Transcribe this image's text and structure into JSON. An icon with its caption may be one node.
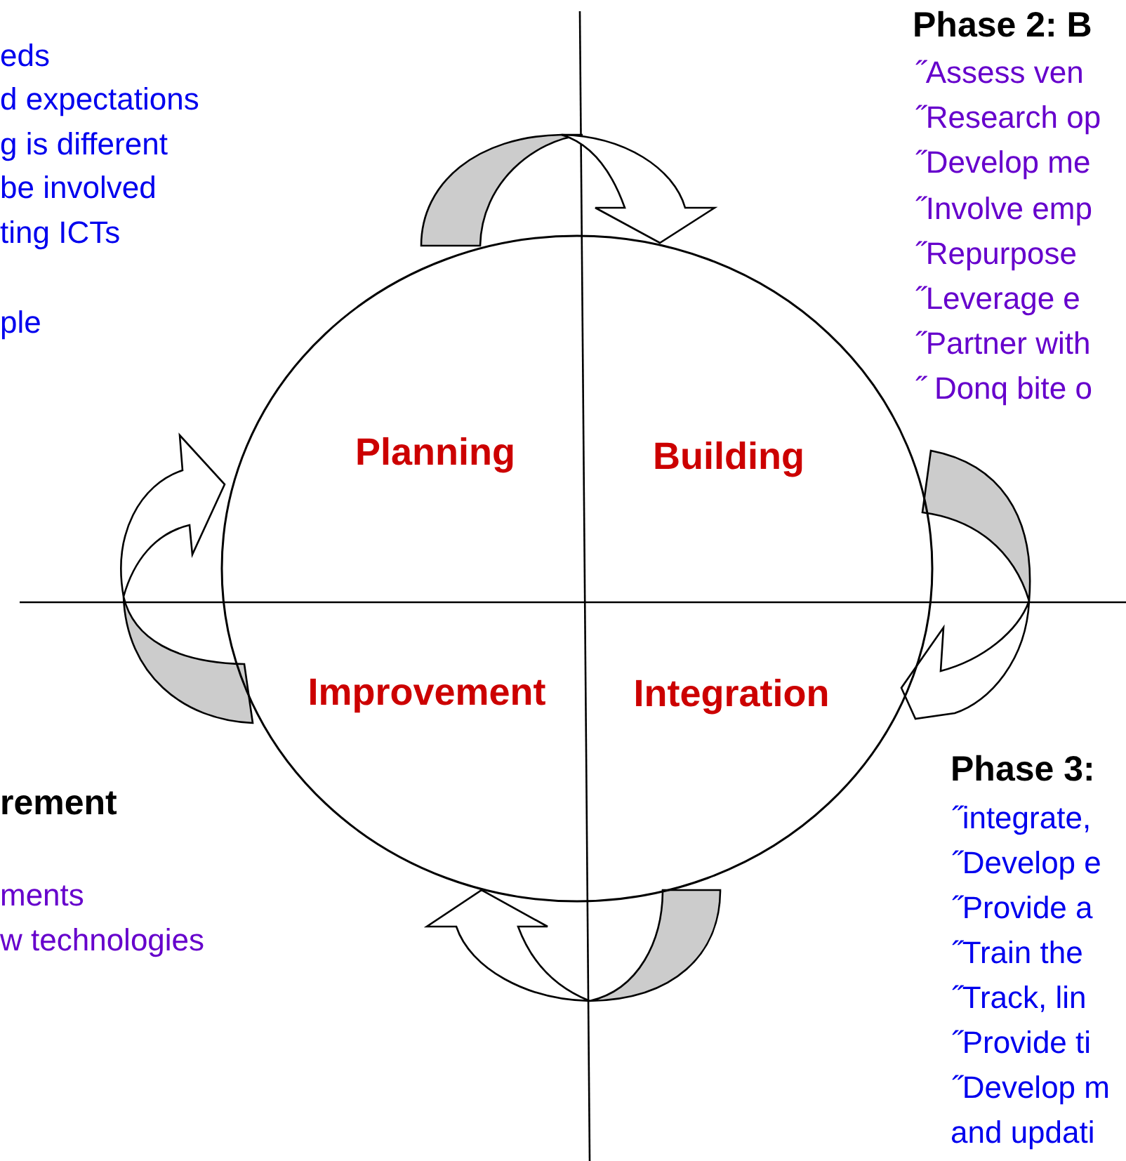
{
  "diagram": {
    "nodes": [
      {
        "text": [],
        "shape": "circle"
      },
      {
        "text": [
          "Planning"
        ],
        "in": 0
      },
      {
        "text": [
          "Building"
        ],
        "in": 0
      },
      {
        "text": [
          "Improvement"
        ],
        "in": 0
      },
      {
        "text": [
          "Integration"
        ],
        "in": 0
      }
    ],
    "edges": [],
    "labels": [
      "eds",
      "d expectations",
      "g is different",
      "be involved",
      "ting ICTs",
      "ple",
      "Phase 2: B",
      "˝Assess ven",
      "˝Research op",
      "˝Develop me",
      "˝Involve emp",
      "˝Repurpose",
      "˝Leverage e",
      "˝Partner with",
      "˝ Donq bite o",
      "rement",
      "ments",
      "w technologies",
      "Phase 3:",
      "˝integrate,",
      "˝Develop e",
      "˝Provide a",
      "˝Train the",
      "˝Track, lin",
      "˝Provide ti",
      "˝Develop m",
      "and updati"
    ]
  }
}
